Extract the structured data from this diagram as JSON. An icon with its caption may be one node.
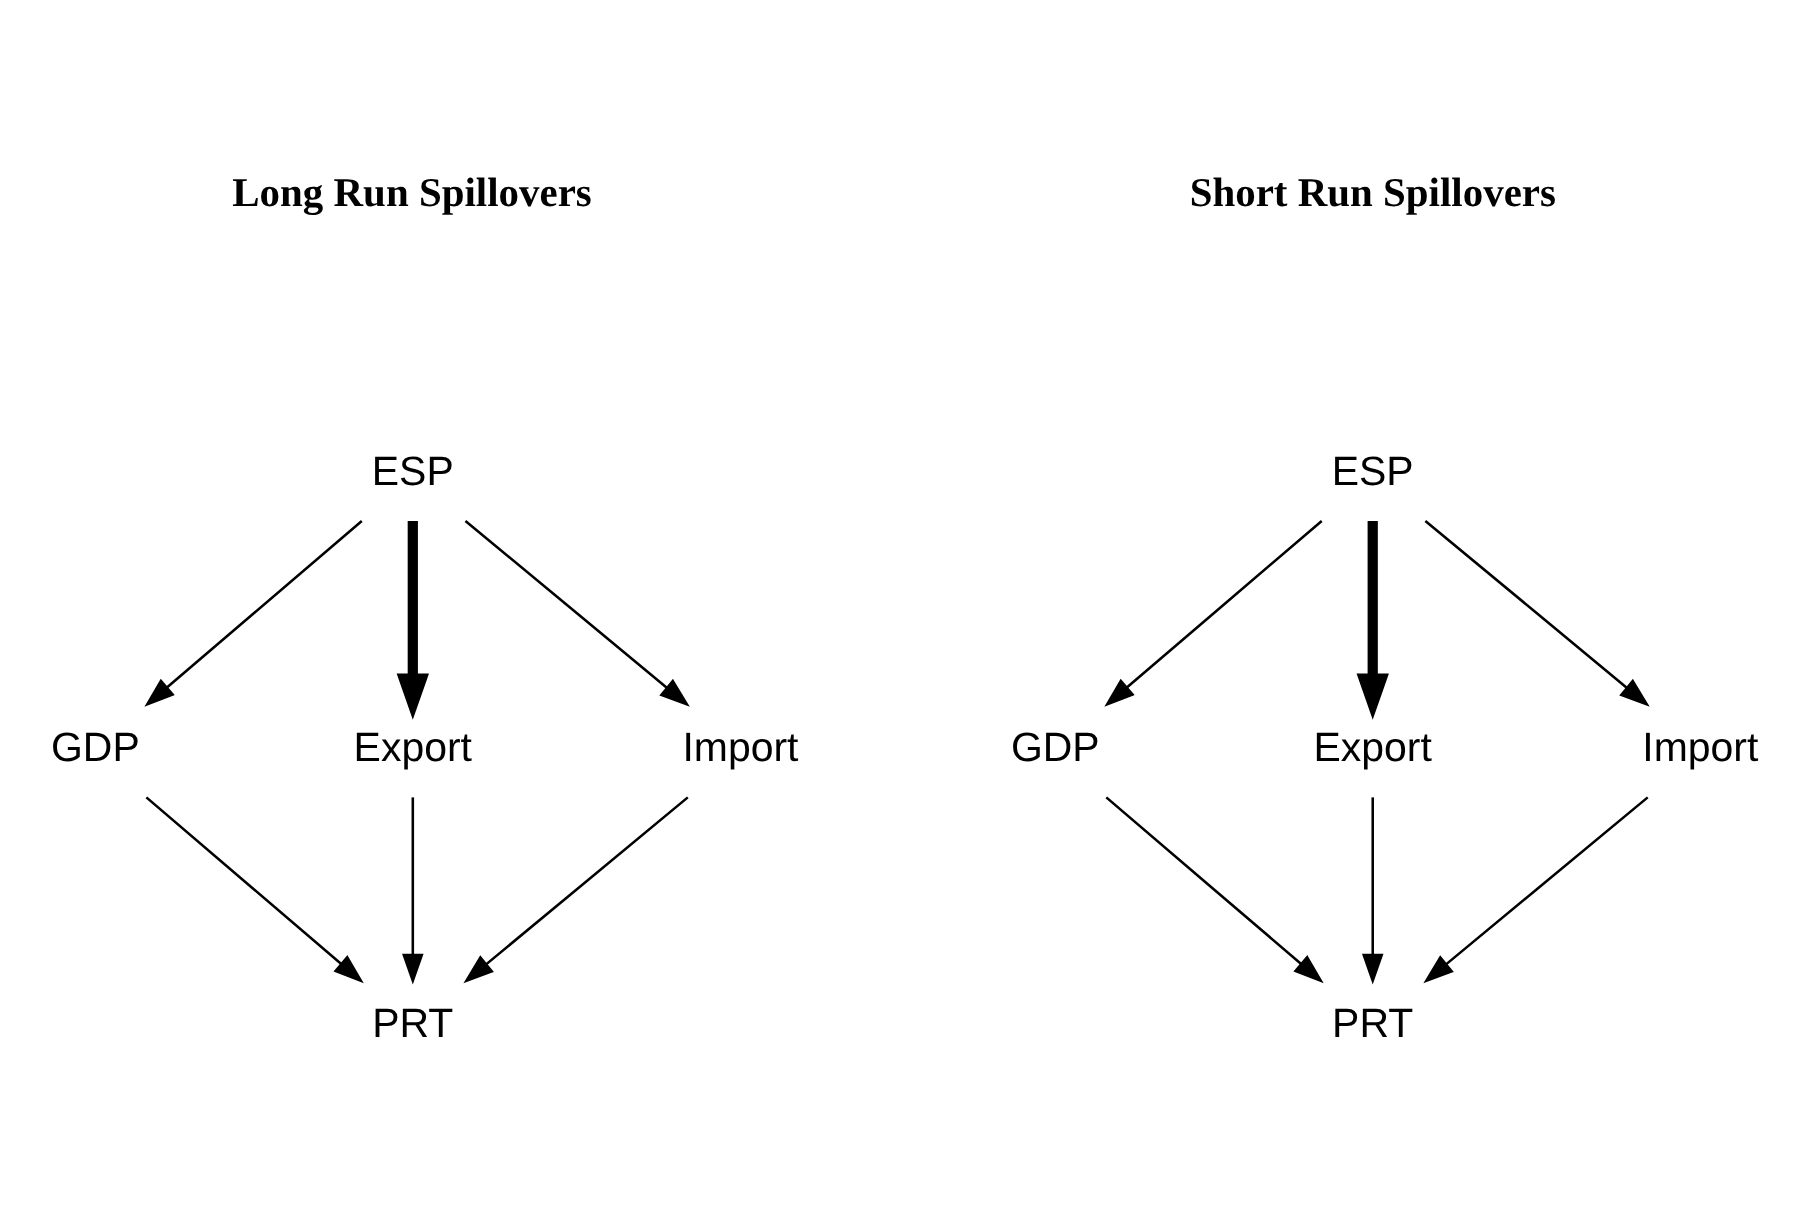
{
  "diagram": {
    "nodes": [
      {
        "text": [
          "ESP"
        ]
      },
      {
        "text": [
          "GDP"
        ]
      },
      {
        "text": [
          "Export"
        ]
      },
      {
        "text": [
          "Import"
        ]
      },
      {
        "text": [
          "PRT"
        ]
      },
      {
        "text": [
          "ESP"
        ]
      },
      {
        "text": [
          "GDP"
        ]
      },
      {
        "text": [
          "Export"
        ]
      },
      {
        "text": [
          "Import"
        ]
      },
      {
        "text": [
          "PRT"
        ]
      }
    ],
    "edges": [
      {
        "from": 0,
        "to": 1,
        "arrow": "to"
      },
      {
        "from": 0,
        "to": 2,
        "arrow": "to",
        "style": "thick"
      },
      {
        "from": 0,
        "to": 3,
        "arrow": "to"
      },
      {
        "from": 1,
        "to": 4,
        "arrow": "to"
      },
      {
        "from": 2,
        "to": 4,
        "arrow": "to"
      },
      {
        "from": 3,
        "to": 4,
        "arrow": "to"
      },
      {
        "from": 5,
        "to": 6,
        "arrow": "to"
      },
      {
        "from": 5,
        "to": 7,
        "arrow": "to",
        "style": "thick"
      },
      {
        "from": 5,
        "to": 8,
        "arrow": "to"
      },
      {
        "from": 6,
        "to": 9,
        "arrow": "to"
      },
      {
        "from": 7,
        "to": 9,
        "arrow": "to"
      },
      {
        "from": 8,
        "to": 9,
        "arrow": "to"
      }
    ],
    "labels": [
      "Long Run Spillovers",
      "Short Run Spillovers"
    ]
  }
}
